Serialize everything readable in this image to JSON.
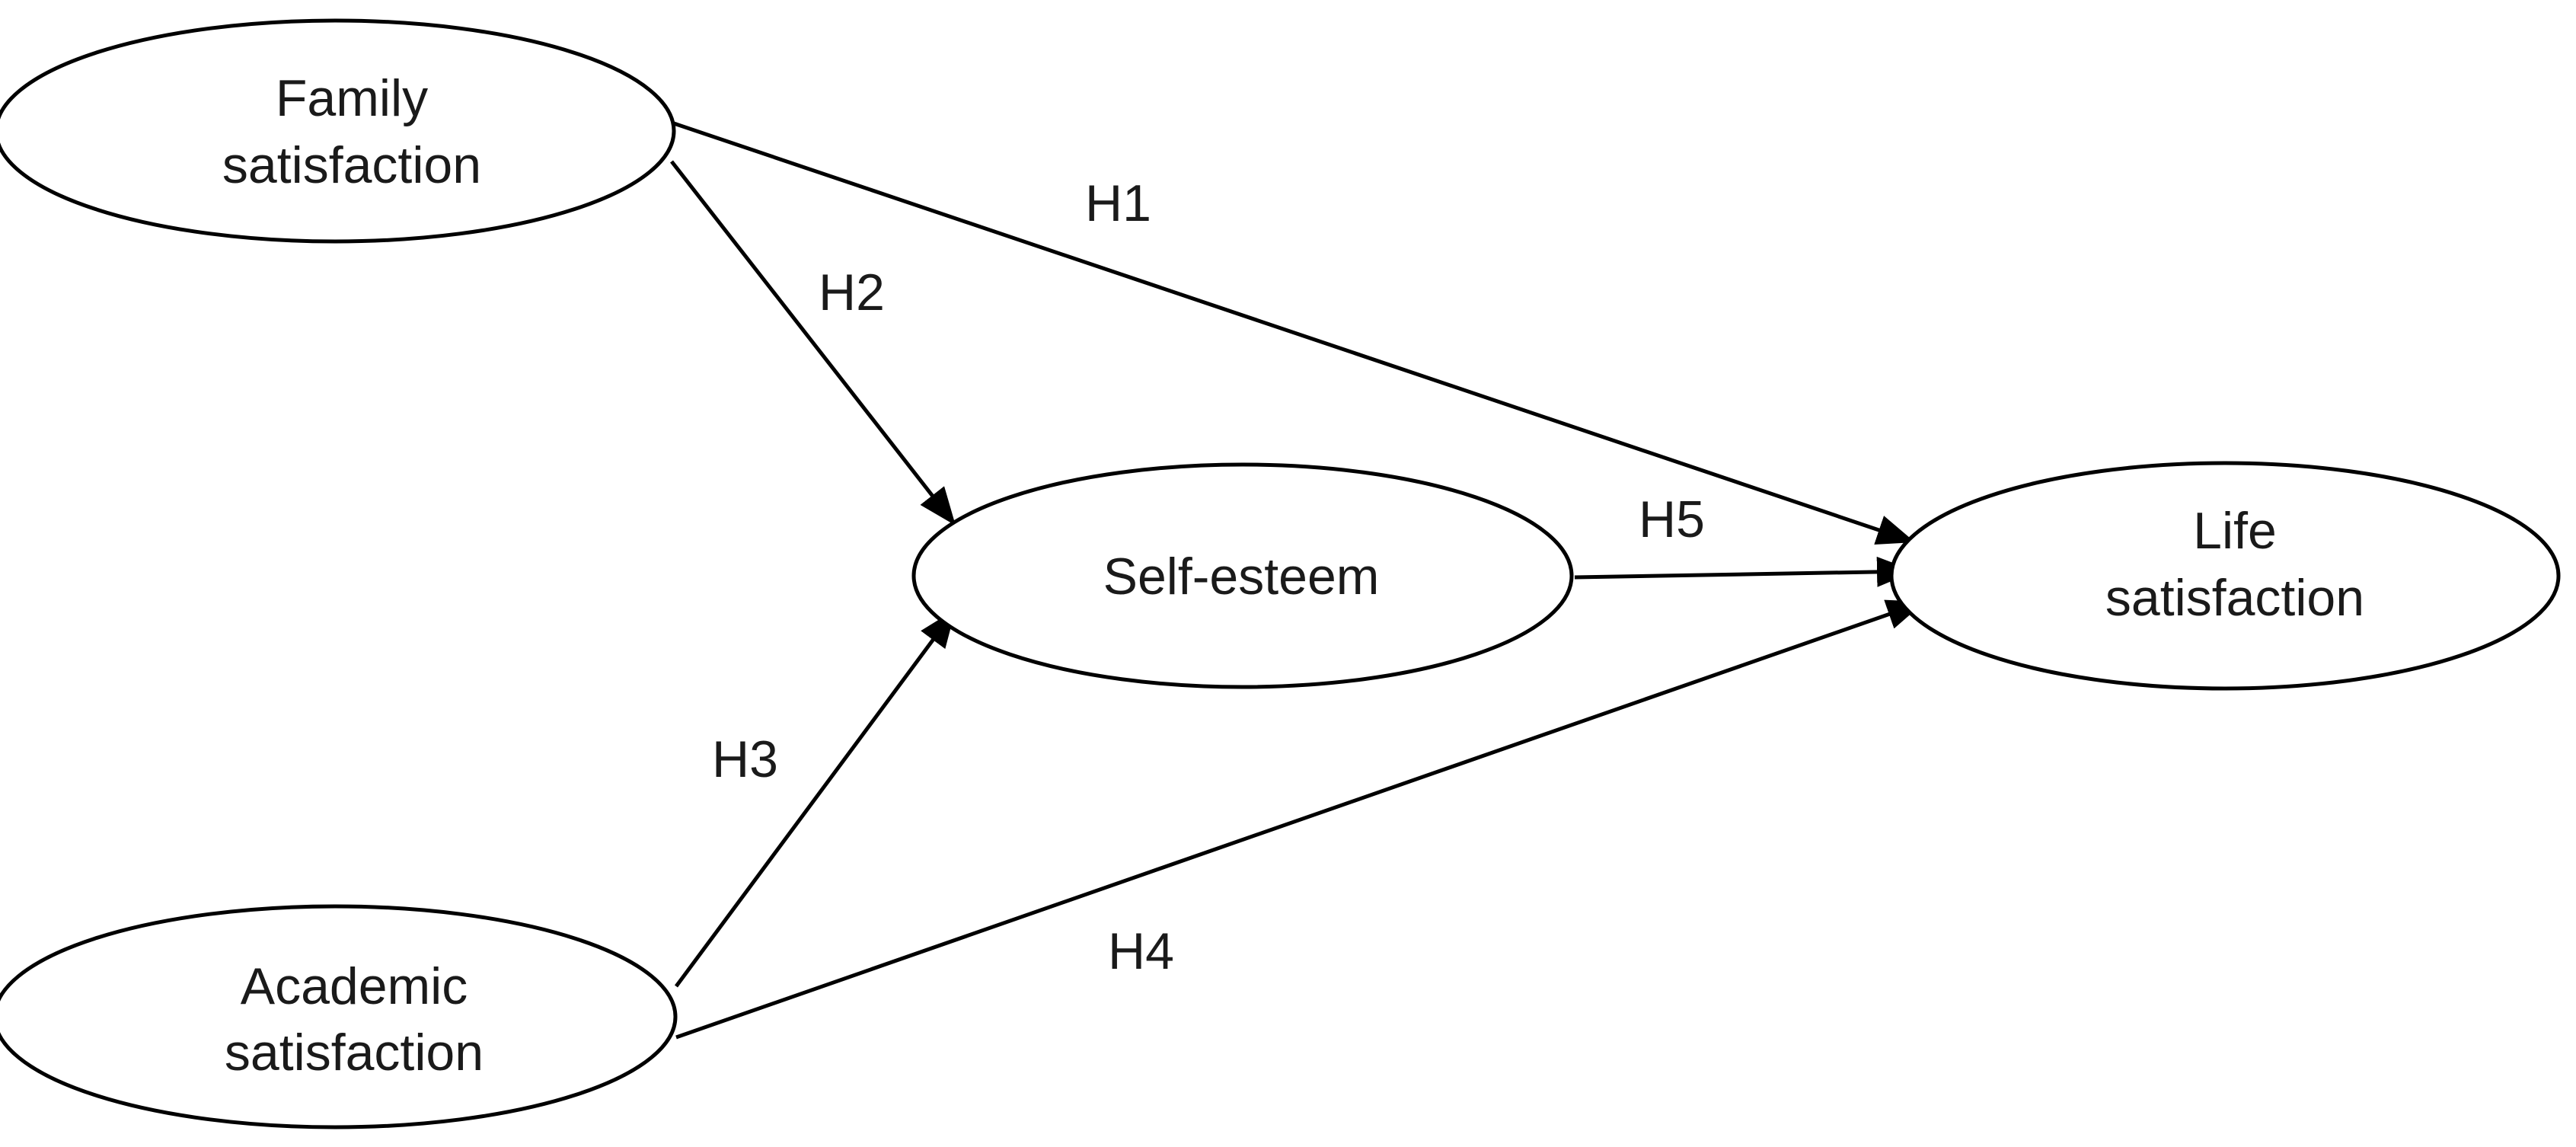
{
  "nodes": {
    "family": {
      "lines": [
        "Family",
        "satisfaction"
      ]
    },
    "academic": {
      "lines": [
        "Academic",
        "satisfaction"
      ]
    },
    "self_esteem": {
      "lines": [
        "Self-esteem"
      ]
    },
    "life": {
      "lines": [
        "Life",
        "satisfaction"
      ]
    }
  },
  "edges": {
    "h1": {
      "label": "H1",
      "from": "family",
      "to": "life"
    },
    "h2": {
      "label": "H2",
      "from": "family",
      "to": "self_esteem"
    },
    "h3": {
      "label": "H3",
      "from": "academic",
      "to": "self_esteem"
    },
    "h4": {
      "label": "H4",
      "from": "academic",
      "to": "life"
    },
    "h5": {
      "label": "H5",
      "from": "self_esteem",
      "to": "life"
    }
  },
  "colors": {
    "stroke": "#000000",
    "text": "#1a1a1a",
    "background": "#ffffff"
  }
}
